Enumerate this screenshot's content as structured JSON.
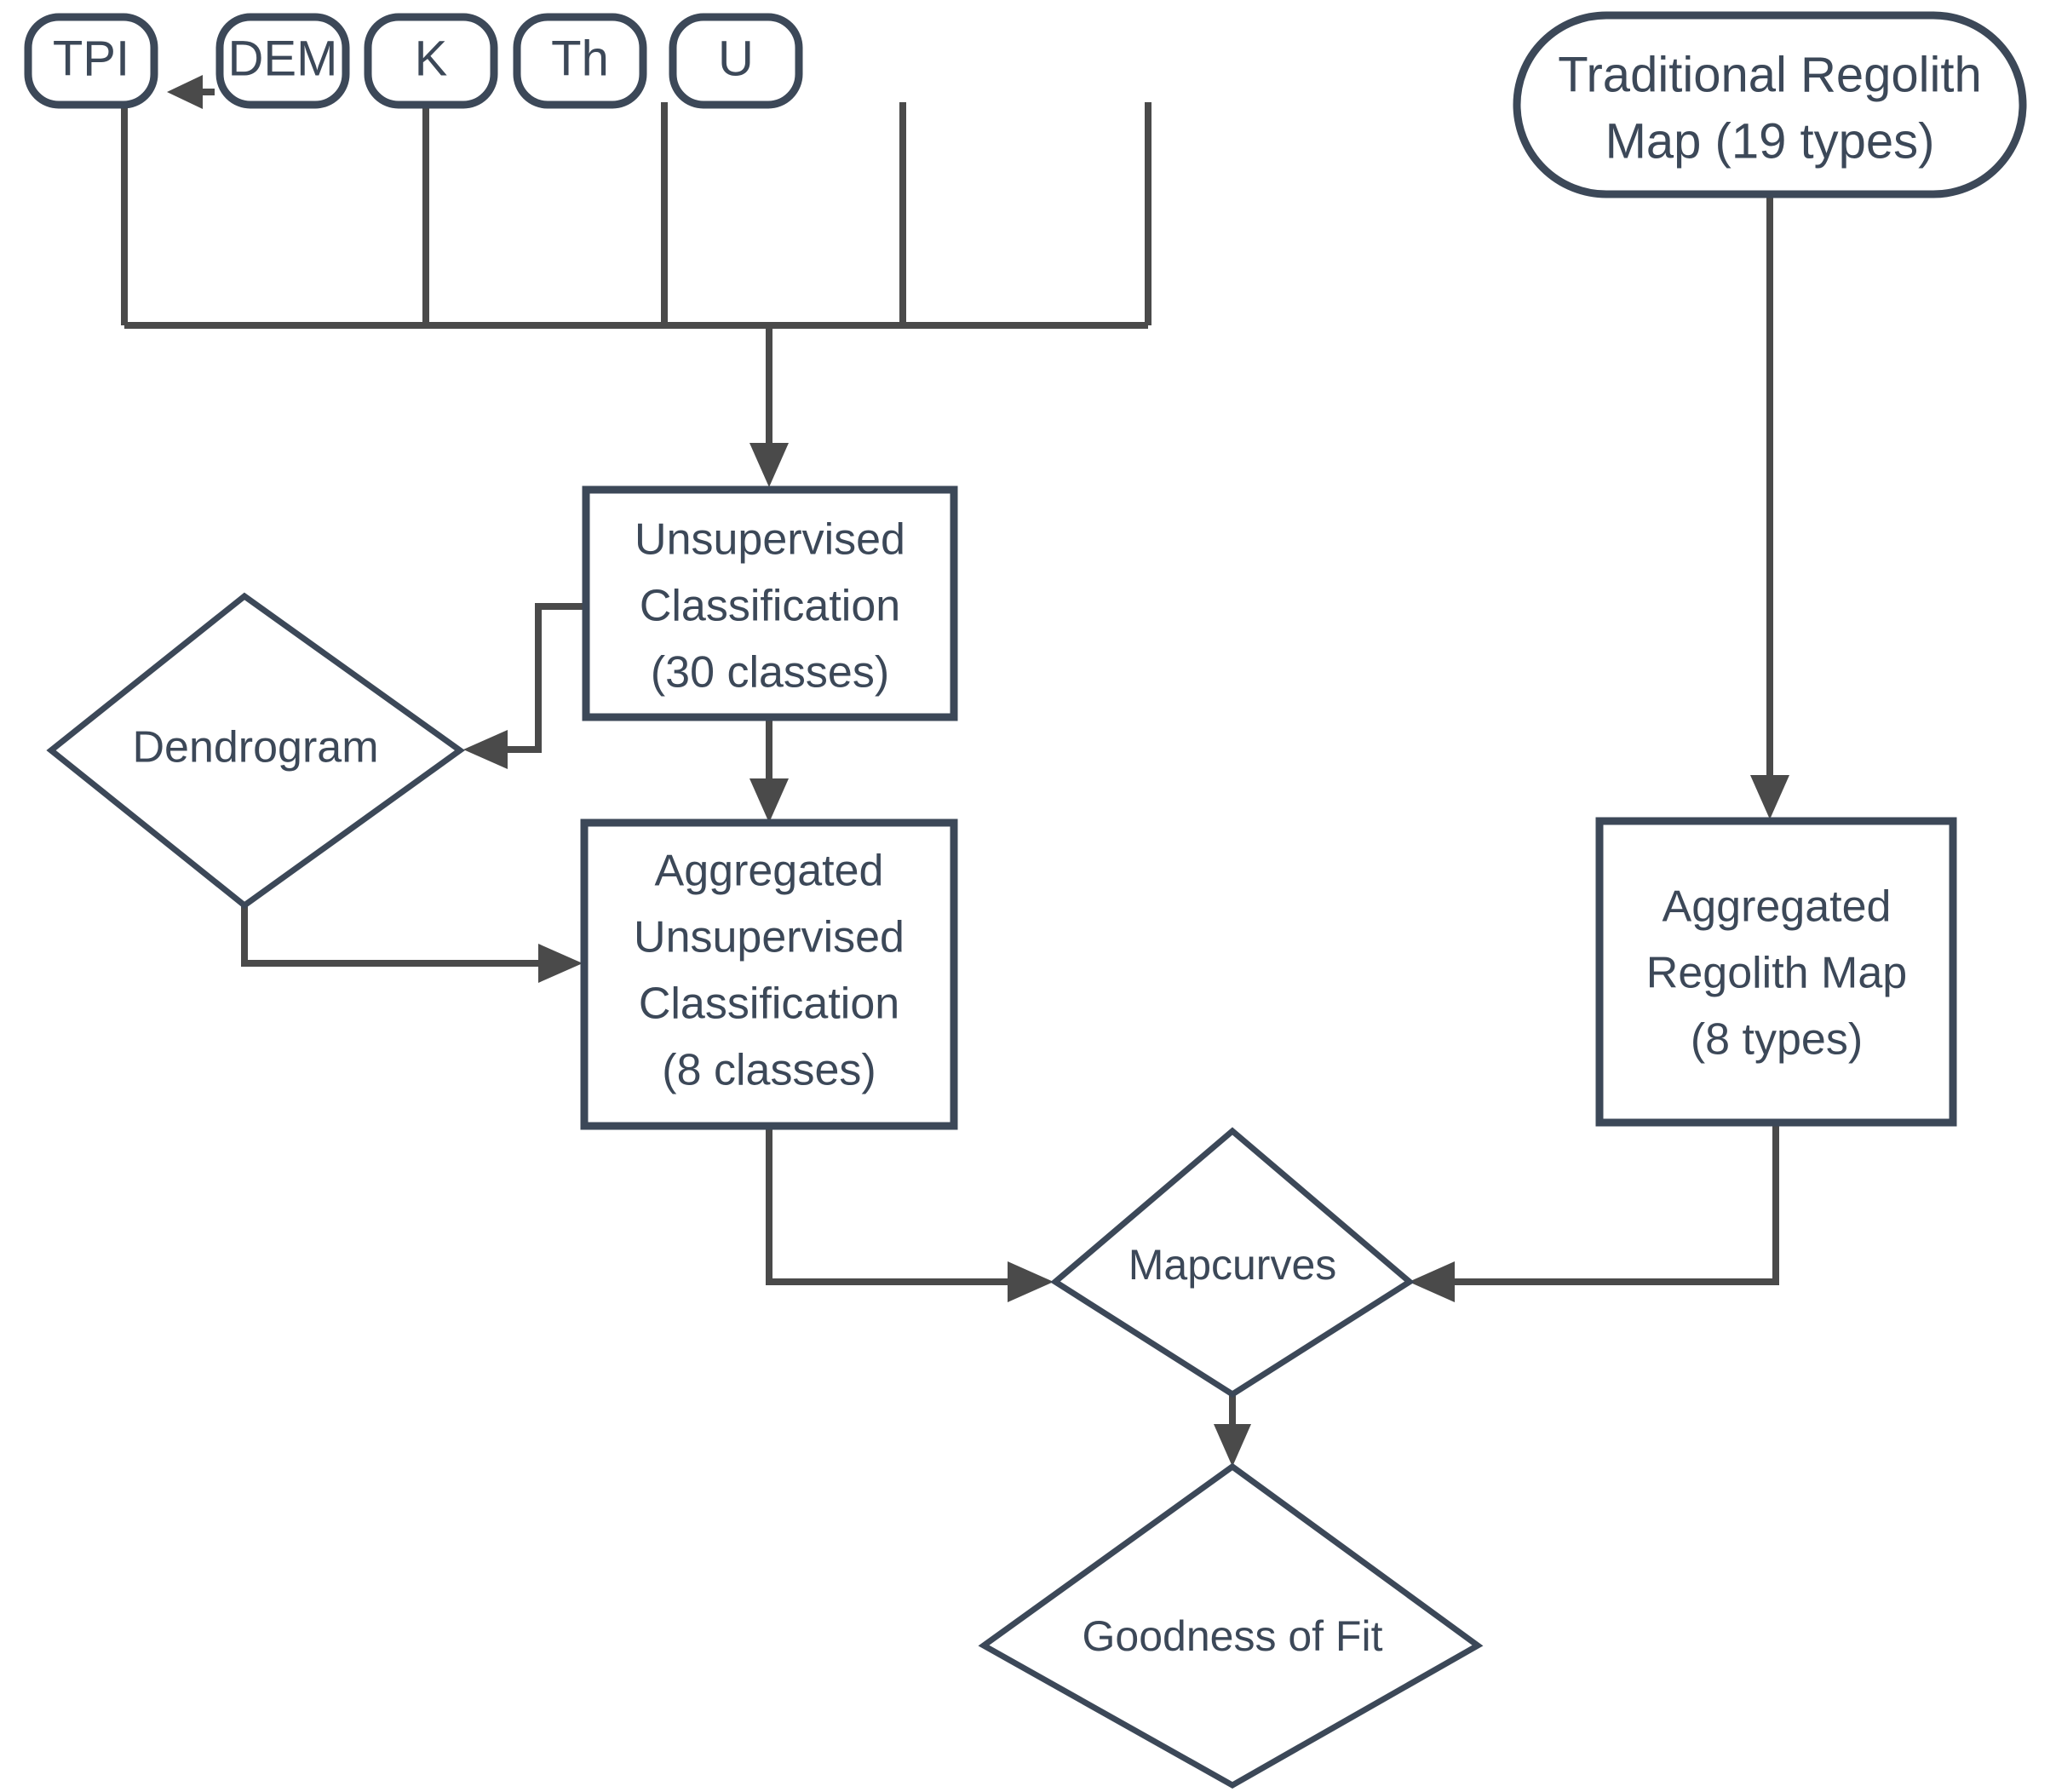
{
  "diagram": {
    "title": "Regolith mapping workflow flowchart",
    "colors": {
      "node_stroke": "#3c4858",
      "node_fill": "#ffffff",
      "edge": "#4a4a4a",
      "text": "#3c4858",
      "background": "#ffffff"
    },
    "nodes": [
      {
        "id": "tpi",
        "shape": "rounded-rect",
        "label": "TPI"
      },
      {
        "id": "dem",
        "shape": "rounded-rect",
        "label": "DEM"
      },
      {
        "id": "k",
        "shape": "rounded-rect",
        "label": "K"
      },
      {
        "id": "th",
        "shape": "rounded-rect",
        "label": "Th"
      },
      {
        "id": "u",
        "shape": "rounded-rect",
        "label": "U"
      },
      {
        "id": "traditional-regolith-map",
        "shape": "stadium",
        "label_line1": "Traditional Regolith",
        "label_line2": "Map (19 types)"
      },
      {
        "id": "unsupervised-classification",
        "shape": "rect",
        "label_line1": "Unsupervised",
        "label_line2": "Classification",
        "label_line3": "(30 classes)"
      },
      {
        "id": "dendrogram",
        "shape": "diamond",
        "label": "Dendrogram"
      },
      {
        "id": "aggregated-unsupervised-classification",
        "shape": "rect",
        "label_line1": "Aggregated",
        "label_line2": "Unsupervised",
        "label_line3": "Classification",
        "label_line4": "(8 classes)"
      },
      {
        "id": "aggregated-regolith-map",
        "shape": "rect",
        "label_line1": "Aggregated",
        "label_line2": "Regolith Map",
        "label_line3": "(8 types)"
      },
      {
        "id": "mapcurves",
        "shape": "diamond",
        "label": "Mapcurves"
      },
      {
        "id": "goodness-of-fit",
        "shape": "diamond",
        "label": "Goodness of Fit"
      }
    ],
    "edges": [
      {
        "from": "dem",
        "to": "tpi",
        "arrow": true
      },
      {
        "from": "tpi",
        "to": "unsupervised-classification",
        "arrow": true
      },
      {
        "from": "dem",
        "to": "unsupervised-classification",
        "arrow": true
      },
      {
        "from": "k",
        "to": "unsupervised-classification",
        "arrow": true
      },
      {
        "from": "th",
        "to": "unsupervised-classification",
        "arrow": true
      },
      {
        "from": "u",
        "to": "unsupervised-classification",
        "arrow": true
      },
      {
        "from": "unsupervised-classification",
        "to": "dendrogram",
        "arrow": true
      },
      {
        "from": "unsupervised-classification",
        "to": "aggregated-unsupervised-classification",
        "arrow": true
      },
      {
        "from": "dendrogram",
        "to": "aggregated-unsupervised-classification",
        "arrow": true
      },
      {
        "from": "traditional-regolith-map",
        "to": "aggregated-regolith-map",
        "arrow": true
      },
      {
        "from": "aggregated-unsupervised-classification",
        "to": "mapcurves",
        "arrow": true
      },
      {
        "from": "aggregated-regolith-map",
        "to": "mapcurves",
        "arrow": true
      },
      {
        "from": "mapcurves",
        "to": "goodness-of-fit",
        "arrow": true
      }
    ]
  }
}
